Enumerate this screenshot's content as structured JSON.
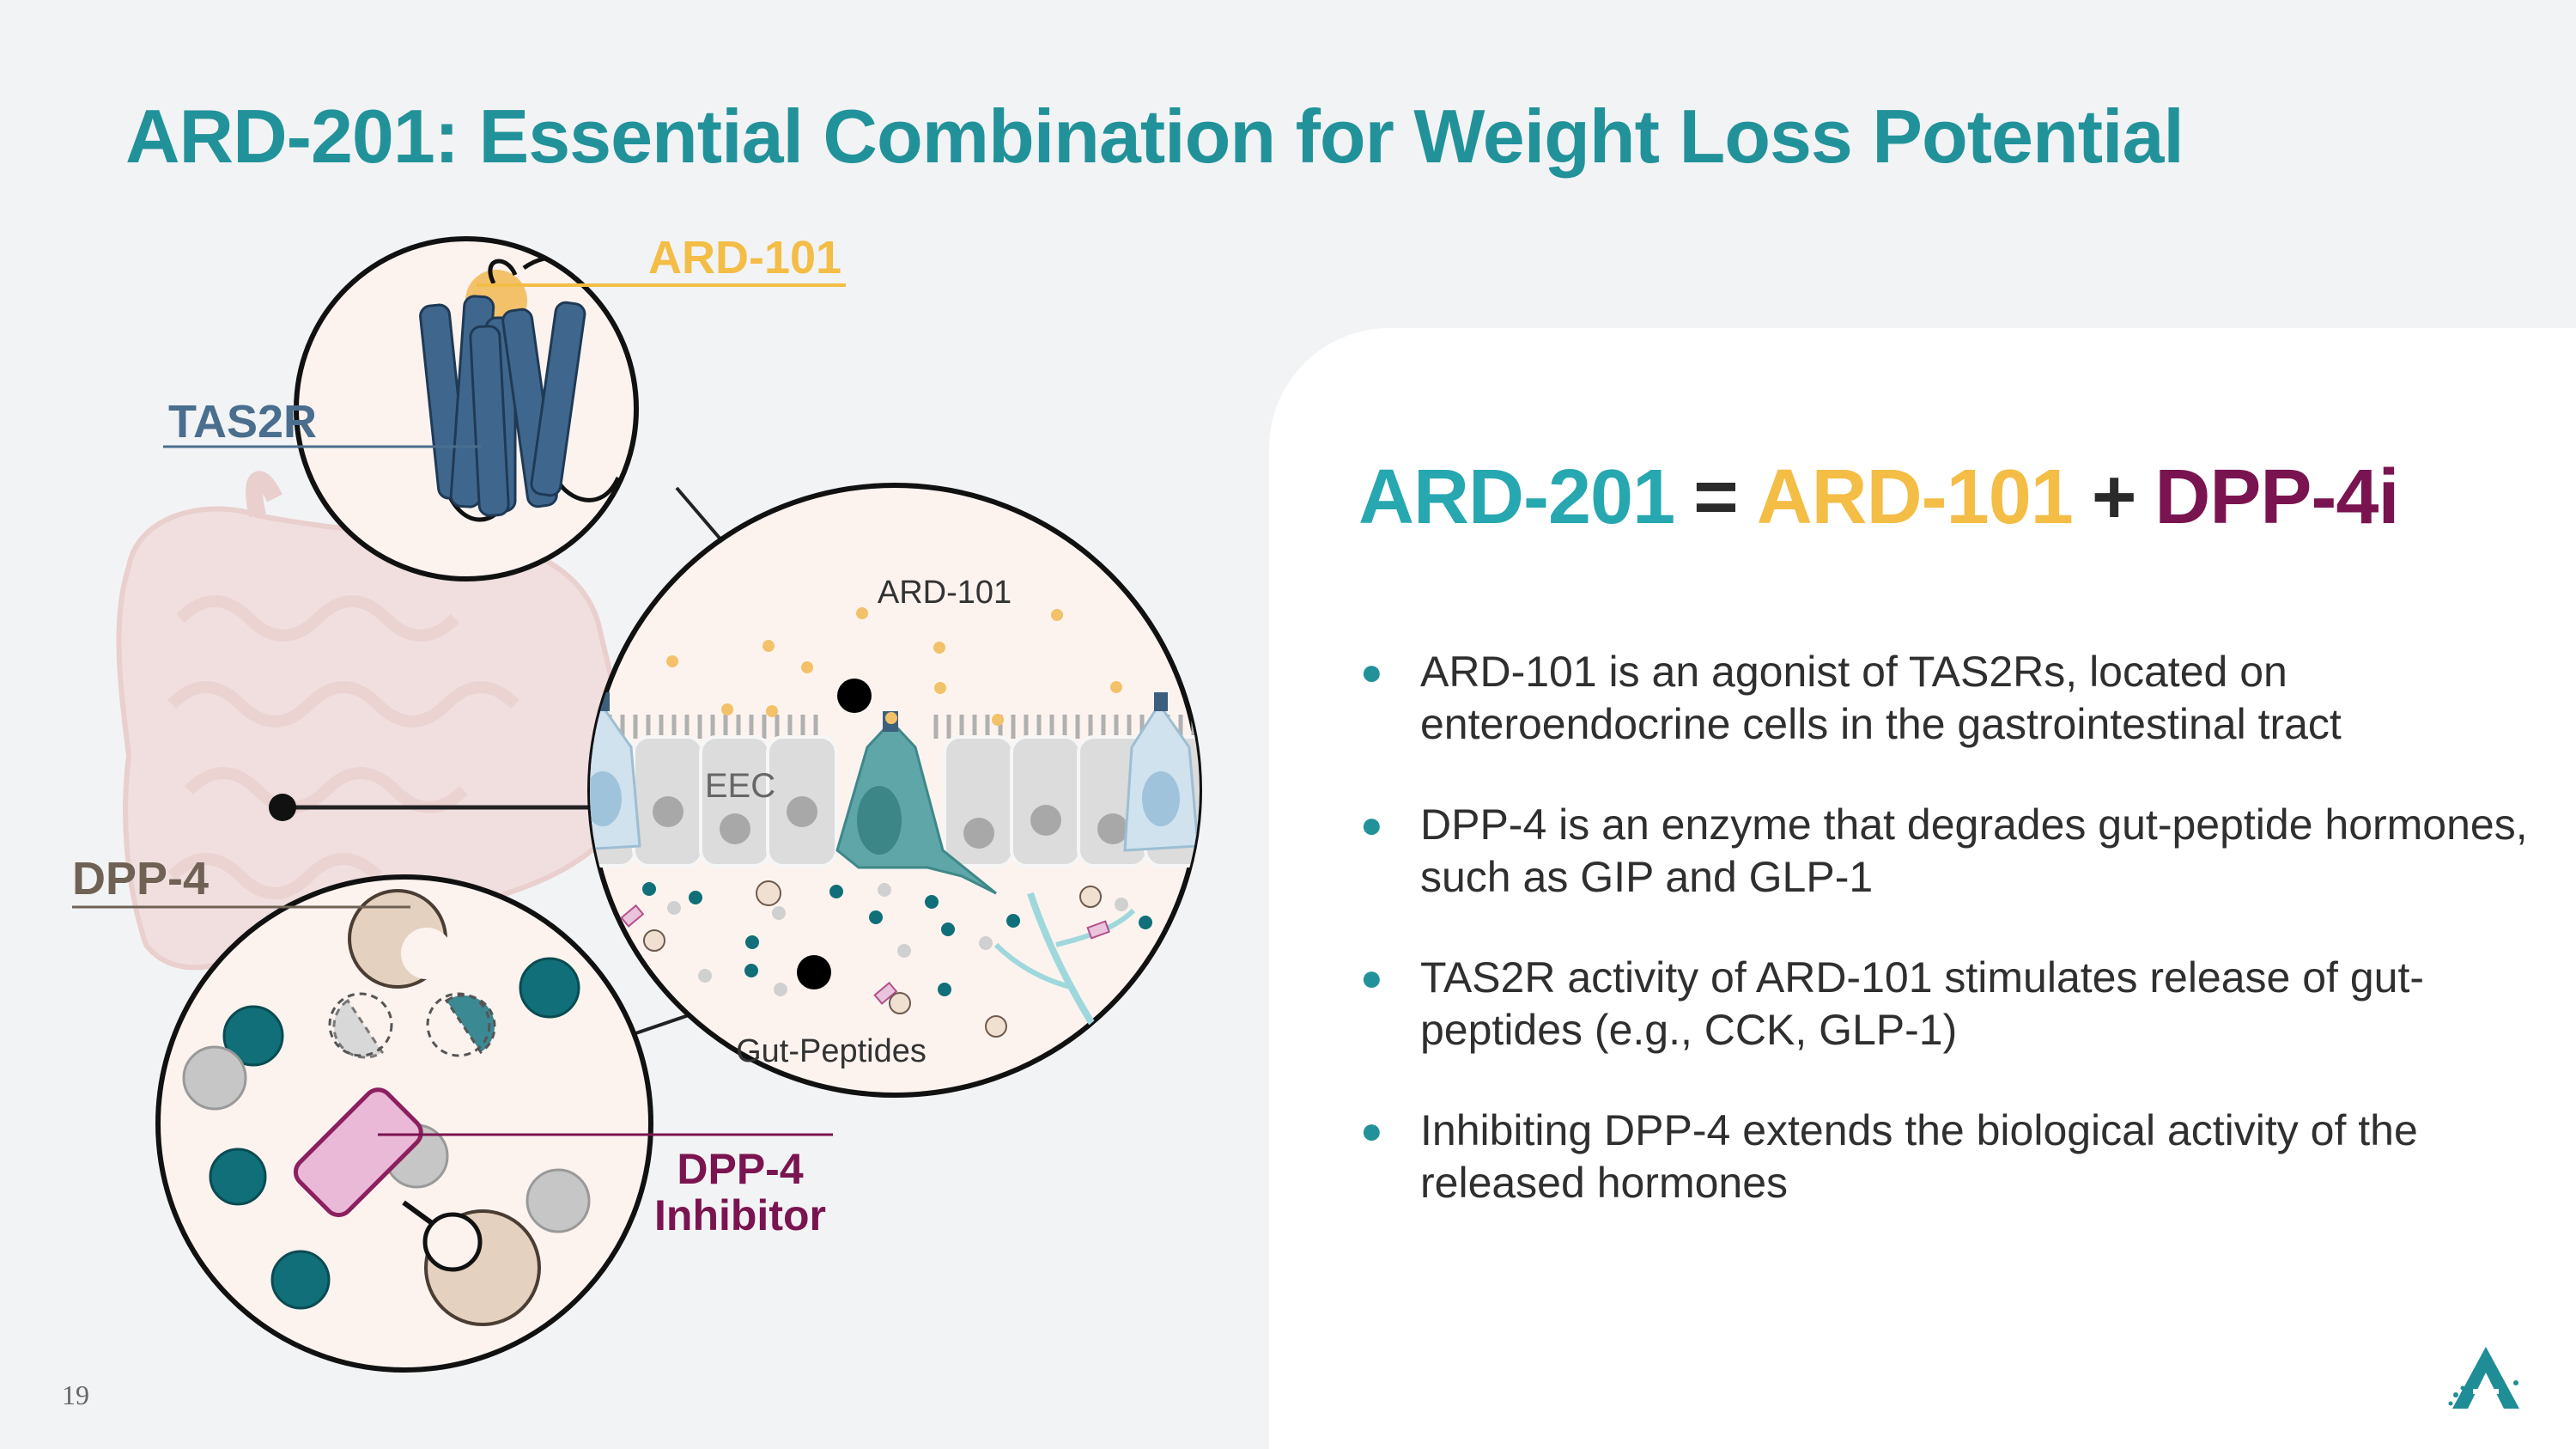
{
  "title": "ARD-201: Essential Combination for Weight Loss Potential",
  "equation": {
    "lhs": "ARD-201",
    "equals": "=",
    "term1": "ARD-101",
    "plus": "+",
    "term2": "DPP-4i"
  },
  "bullets": [
    "ARD-101 is an agonist of TAS2Rs, located on enteroendocrine cells in the gastrointestinal tract",
    "DPP-4 is an enzyme that degrades gut-peptide hormones, such as GIP and GLP-1",
    "TAS2R activity of ARD-101 stimulates release of gut-peptides  (e.g., CCK, GLP-1)",
    "Inhibiting DPP-4 extends the biological activity of the released hormones"
  ],
  "diagram": {
    "label_ard101": "ARD-101",
    "label_tas2r": "TAS2R",
    "label_dpp4": "DPP-4",
    "label_inhibitor_line1": "DPP-4",
    "label_inhibitor_line2": "Inhibitor",
    "inner_ard101": "ARD-101",
    "inner_eec": "EEC",
    "inner_gut_peptides": "Gut-Peptides"
  },
  "page_number": "19",
  "colors": {
    "title": "#22929a",
    "ard201": "#27a7b0",
    "ard101": "#f3bd46",
    "dpp4i": "#7a1450",
    "tas2r": "#4a6e8e",
    "dpp4_label": "#6f6255"
  },
  "icons": [
    "intestine-illustration",
    "receptor-icon",
    "enzyme-icon",
    "company-logo-icon"
  ]
}
